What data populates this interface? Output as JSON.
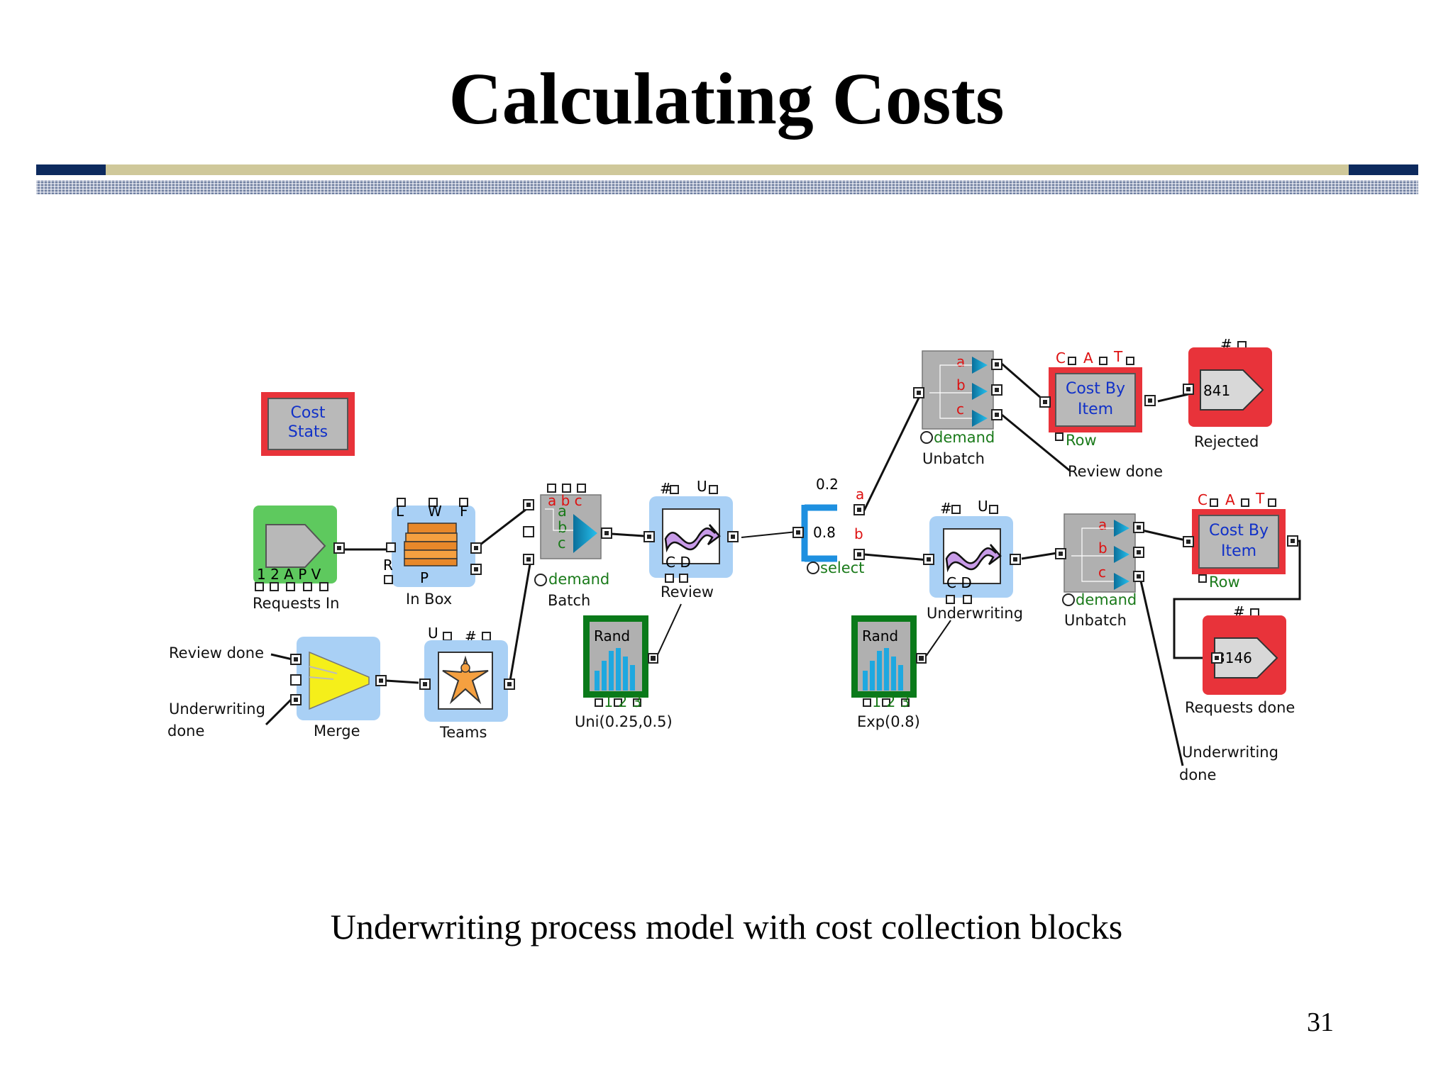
{
  "slide": {
    "title": "Calculating Costs",
    "caption": "Underwriting process model with cost collection blocks",
    "page_number": "31"
  },
  "colors": {
    "header_bar": "#cfc89a",
    "header_accent": "#0d2a5e",
    "block_blue": "#a9d0f5",
    "block_red": "#e8333a",
    "block_green_source": "#5ec95e",
    "block_grey": "#b0b0b0",
    "rand_border": "#0a7a1a"
  },
  "blocks": {
    "cost_stats": {
      "line1": "Cost",
      "line2": "Stats"
    },
    "requests_in": {
      "label": "Requests  In",
      "ports": "1  2  A  P  V"
    },
    "in_box": {
      "label": "In  Box",
      "port_l": "L",
      "port_w": "W",
      "port_f": "F",
      "port_r": "R",
      "port_p": "P"
    },
    "batch": {
      "label": "Batch",
      "demand": "demand",
      "top": "a  b  c",
      "a": "a",
      "b": "b",
      "c": "c"
    },
    "review": {
      "label": "Review",
      "hash": "#",
      "u": "U",
      "cd": "C  D"
    },
    "rand1": {
      "title": "Rand",
      "ports": "1  2  3",
      "label": "Uni(0.25,0.5)"
    },
    "select": {
      "label": "select",
      "p_top": "0.2",
      "p_mid": "0.8",
      "out_a": "a",
      "out_b": "b"
    },
    "unbatch_top": {
      "label": "Unbatch",
      "demand": "demand",
      "a": "a",
      "b": "b",
      "c": "c"
    },
    "cost_by_item_top": {
      "line1": "Cost By",
      "line2": "Item",
      "row": "Row",
      "c": "C",
      "a": "A",
      "t": "T"
    },
    "rejected": {
      "label": "Rejected",
      "value": "841",
      "hash": "#"
    },
    "review_done_out": {
      "label": "Review done"
    },
    "underwriting": {
      "label": "Underwriting",
      "hash": "#",
      "u": "U",
      "cd": "C  D"
    },
    "rand2": {
      "title": "Rand",
      "ports": "1  2  3",
      "label": "Exp(0.8)"
    },
    "unbatch_bottom": {
      "label": "Unbatch",
      "demand": "demand",
      "a": "a",
      "b": "b",
      "c": "c"
    },
    "cost_by_item_bottom": {
      "line1": "Cost By",
      "line2": "Item",
      "row": "Row",
      "c": "C",
      "a": "A",
      "t": "T"
    },
    "requests_done": {
      "label": "Requests done",
      "value": "3146",
      "hash": "#"
    },
    "underwriting_done_out": {
      "line1": "Underwriting",
      "line2": "done"
    },
    "merge": {
      "label": "Merge"
    },
    "review_done_in": {
      "label": "Review done"
    },
    "underwriting_done_in": {
      "line1": "Underwriting",
      "line2": "done"
    },
    "teams": {
      "label": "Teams",
      "u": "U",
      "hash": "#"
    }
  }
}
